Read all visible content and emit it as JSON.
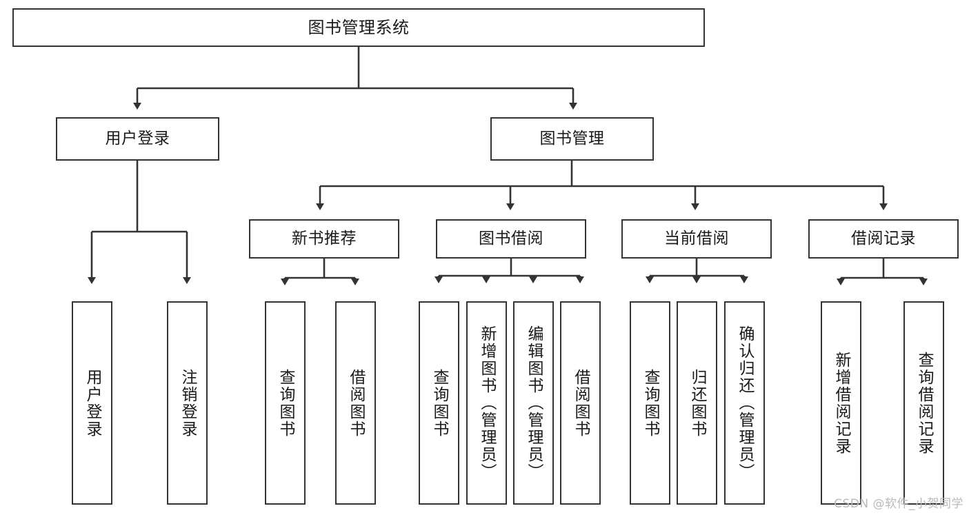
{
  "diagram": {
    "type": "tree",
    "title": "图书管理系统",
    "watermark": "CSDN @软件_小贺同学",
    "colors": {
      "box_border": "#333333",
      "box_fill": "#ffffff",
      "connector": "#333333",
      "text": "#1a1a1a",
      "watermark": "#b9b9b9"
    },
    "nodes": {
      "root": {
        "label": "图书管理系统"
      },
      "level1": [
        {
          "label": "用户登录"
        },
        {
          "label": "图书管理"
        }
      ],
      "level2": [
        {
          "label": "新书推荐"
        },
        {
          "label": "图书借阅"
        },
        {
          "label": "当前借阅"
        },
        {
          "label": "借阅记录"
        }
      ],
      "leaves": {
        "user_login": [
          {
            "label": "用户登录"
          },
          {
            "label": "注销登录"
          }
        ],
        "new_book_recommend": [
          {
            "label": "查询图书"
          },
          {
            "label": "借阅图书"
          }
        ],
        "book_borrow": [
          {
            "label": "查询图书"
          },
          {
            "label": "新增图书（管理员）"
          },
          {
            "label": "编辑图书（管理员）"
          },
          {
            "label": "借阅图书"
          }
        ],
        "current_borrow": [
          {
            "label": "查询图书"
          },
          {
            "label": "归还图书"
          },
          {
            "label": "确认归还（管理员）"
          }
        ],
        "borrow_record": [
          {
            "label": "新增借阅记录"
          },
          {
            "label": "查询借阅记录"
          }
        ]
      }
    }
  }
}
